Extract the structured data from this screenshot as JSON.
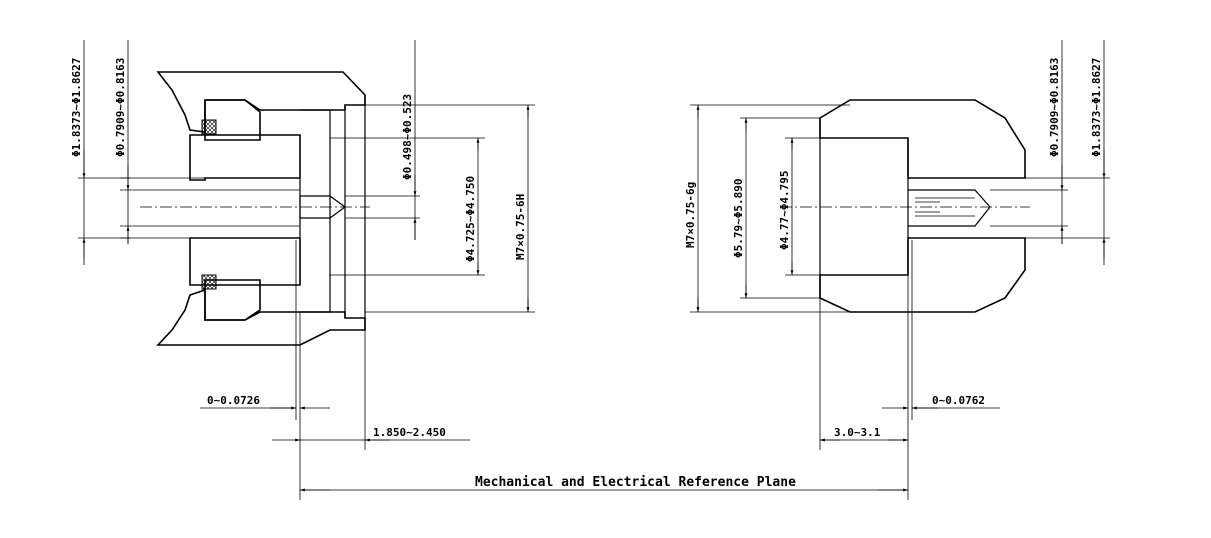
{
  "diagram": {
    "left_labels": {
      "d_outer": "Φ1.8373~Φ1.8627",
      "d_inner": "Φ0.7909~Φ0.8163",
      "d_pin": "Φ0.498~Φ0.523",
      "d_bore": "Φ4.725~Φ4.750",
      "thread": "M7×0.75-6H",
      "recess": "0~0.0726",
      "depth": "1.850~2.450"
    },
    "right_labels": {
      "thread": "M7×0.75-6g",
      "d_major": "Φ5.79~Φ5.890",
      "d_minor": "Φ4.77~Φ4.795",
      "d_inner": "Φ0.7909~Φ0.8163",
      "d_outer": "Φ1.8373~Φ1.8627",
      "recess": "0~0.0762",
      "length": "3.0~3.1"
    },
    "reference_plane": "Mechanical and Electrical Reference Plane"
  }
}
